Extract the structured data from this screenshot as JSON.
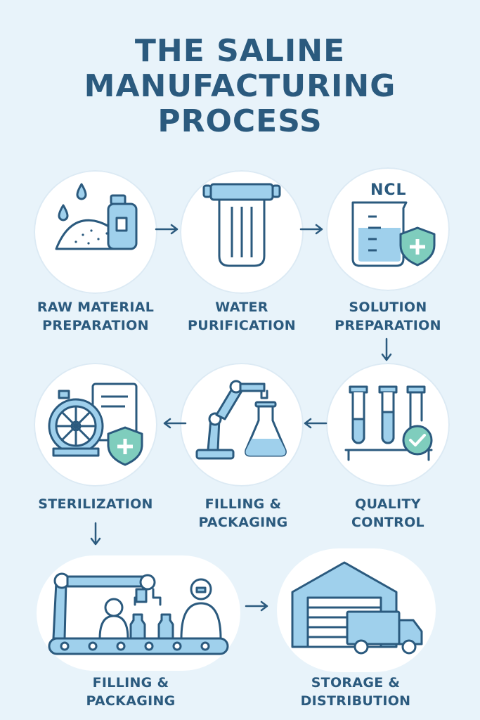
{
  "title": {
    "line1": "THE SALINE",
    "line2": "MANUFACTURING",
    "line3": "PROCESS"
  },
  "steps": [
    {
      "line1": "RAW MATERIAL",
      "line2": "PREPARATION",
      "icon": "salt-and-bottle-icon"
    },
    {
      "line1": "WATER",
      "line2": "PURIFICATION",
      "icon": "water-filter-icon"
    },
    {
      "line1": "SOLUTION",
      "line2": "PREPARATION",
      "icon": "beaker-shield-icon",
      "badge": "NCL"
    },
    {
      "line1": "QUALITY",
      "line2": "CONTROL",
      "icon": "test-tubes-check-icon"
    },
    {
      "line1": "FILLING &",
      "line2": "PACKAGING",
      "icon": "robot-arm-flask-icon"
    },
    {
      "line1": "STERILIZATION",
      "line2": "",
      "icon": "autoclave-shield-icon"
    },
    {
      "line1": "FILLING &",
      "line2": "PACKAGING",
      "icon": "conveyor-workers-icon"
    },
    {
      "line1": "STORAGE &",
      "line2": "DISTRIBUTION",
      "icon": "warehouse-truck-icon"
    }
  ],
  "colors": {
    "background": "#e8f3fa",
    "ink": "#2b5a7e",
    "fill": "#7ec0e4",
    "accent": "#5fb3a3"
  }
}
